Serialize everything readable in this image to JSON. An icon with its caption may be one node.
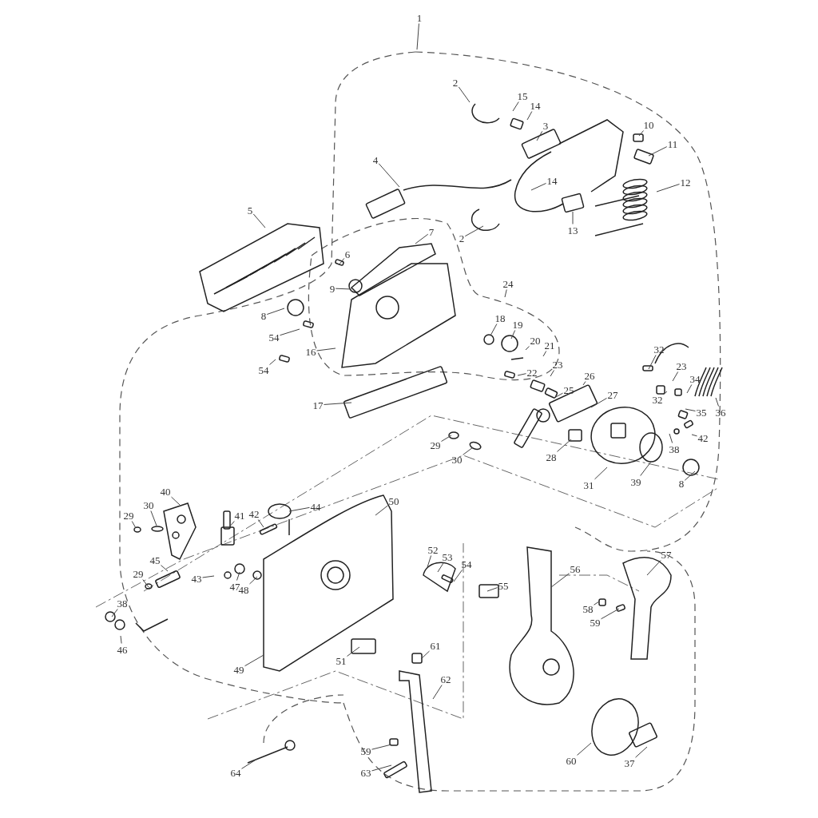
{
  "diagram": {
    "nodes": [
      {
        "text": [
          "1"
        ]
      },
      {
        "text": [
          "2"
        ]
      },
      {
        "text": [
          "15"
        ]
      },
      {
        "text": [
          "14"
        ]
      },
      {
        "text": [
          "3"
        ]
      },
      {
        "text": [
          "10"
        ]
      },
      {
        "text": [
          "11"
        ]
      },
      {
        "text": [
          "4"
        ]
      },
      {
        "text": [
          "14"
        ]
      },
      {
        "text": [
          "12"
        ]
      },
      {
        "text": [
          "2"
        ]
      },
      {
        "text": [
          "13"
        ]
      },
      {
        "text": [
          "5"
        ]
      },
      {
        "text": [
          "7"
        ]
      },
      {
        "text": [
          "6"
        ]
      },
      {
        "text": [
          "9"
        ]
      },
      {
        "text": [
          "8"
        ]
      },
      {
        "text": [
          "24"
        ]
      },
      {
        "text": [
          "54"
        ]
      },
      {
        "text": [
          "18"
        ]
      },
      {
        "text": [
          "19"
        ]
      },
      {
        "text": [
          "16"
        ]
      },
      {
        "text": [
          "20"
        ]
      },
      {
        "text": [
          "21"
        ]
      },
      {
        "text": [
          "54"
        ]
      },
      {
        "text": [
          "22"
        ]
      },
      {
        "text": [
          "23"
        ]
      },
      {
        "text": [
          "32"
        ]
      },
      {
        "text": [
          "23"
        ]
      },
      {
        "text": [
          "34"
        ]
      },
      {
        "text": [
          "25"
        ]
      },
      {
        "text": [
          "26"
        ]
      },
      {
        "text": [
          "36"
        ]
      },
      {
        "text": [
          "27"
        ]
      },
      {
        "text": [
          "32"
        ]
      },
      {
        "text": [
          "17"
        ]
      },
      {
        "text": [
          "35"
        ]
      },
      {
        "text": [
          "42"
        ]
      },
      {
        "text": [
          "29"
        ]
      },
      {
        "text": [
          "38"
        ]
      },
      {
        "text": [
          "28"
        ]
      },
      {
        "text": [
          "30"
        ]
      },
      {
        "text": [
          "31"
        ]
      },
      {
        "text": [
          "39"
        ]
      },
      {
        "text": [
          "8"
        ]
      },
      {
        "text": [
          "40"
        ]
      },
      {
        "text": [
          "44"
        ]
      },
      {
        "text": [
          "50"
        ]
      },
      {
        "text": [
          "29"
        ]
      },
      {
        "text": [
          "30"
        ]
      },
      {
        "text": [
          "41"
        ]
      },
      {
        "text": [
          "42"
        ]
      },
      {
        "text": [
          "45"
        ]
      },
      {
        "text": [
          "52"
        ]
      },
      {
        "text": [
          "53"
        ]
      },
      {
        "text": [
          "54"
        ]
      },
      {
        "text": [
          "55"
        ]
      },
      {
        "text": [
          "56"
        ]
      },
      {
        "text": [
          "57"
        ]
      },
      {
        "text": [
          "29"
        ]
      },
      {
        "text": [
          "43"
        ]
      },
      {
        "text": [
          "47"
        ]
      },
      {
        "text": [
          "48"
        ]
      },
      {
        "text": [
          "58"
        ]
      },
      {
        "text": [
          "59"
        ]
      },
      {
        "text": [
          "38"
        ]
      },
      {
        "text": [
          "46"
        ]
      },
      {
        "text": [
          "49"
        ]
      },
      {
        "text": [
          "51"
        ]
      },
      {
        "text": [
          "61"
        ]
      },
      {
        "text": [
          "62"
        ]
      },
      {
        "text": [
          "59"
        ]
      },
      {
        "text": [
          "63"
        ]
      },
      {
        "text": [
          "64"
        ]
      },
      {
        "text": [
          "60"
        ]
      },
      {
        "text": [
          "37"
        ]
      }
    ],
    "edges": [
      {
        "from": 0,
        "to": null,
        "arrow": "none"
      },
      {
        "from": 1,
        "to": null,
        "arrow": "none"
      },
      {
        "from": 2,
        "to": null,
        "arrow": "none"
      },
      {
        "from": 3,
        "to": null,
        "arrow": "none"
      },
      {
        "from": 4,
        "to": null,
        "arrow": "none"
      },
      {
        "from": 5,
        "to": null,
        "arrow": "none"
      },
      {
        "from": 6,
        "to": null,
        "arrow": "none"
      },
      {
        "from": 7,
        "to": null,
        "arrow": "none"
      },
      {
        "from": 8,
        "to": null,
        "arrow": "none"
      },
      {
        "from": 9,
        "to": null,
        "arrow": "none"
      },
      {
        "from": 10,
        "to": null,
        "arrow": "none"
      },
      {
        "from": 11,
        "to": null,
        "arrow": "none"
      },
      {
        "from": 12,
        "to": null,
        "arrow": "none"
      },
      {
        "from": 13,
        "to": null,
        "arrow": "none"
      },
      {
        "from": 14,
        "to": null,
        "arrow": "none"
      },
      {
        "from": 15,
        "to": null,
        "arrow": "none"
      },
      {
        "from": 16,
        "to": null,
        "arrow": "none"
      },
      {
        "from": 17,
        "to": null,
        "arrow": "none"
      },
      {
        "from": 18,
        "to": null,
        "arrow": "none"
      },
      {
        "from": 19,
        "to": null,
        "arrow": "none"
      },
      {
        "from": 20,
        "to": null,
        "arrow": "none"
      },
      {
        "from": 21,
        "to": null,
        "arrow": "none"
      },
      {
        "from": 22,
        "to": null,
        "arrow": "none"
      },
      {
        "from": 23,
        "to": null,
        "arrow": "none"
      },
      {
        "from": 24,
        "to": null,
        "arrow": "none"
      },
      {
        "from": 25,
        "to": null,
        "arrow": "none"
      },
      {
        "from": 26,
        "to": null,
        "arrow": "none"
      },
      {
        "from": 27,
        "to": null,
        "arrow": "none"
      },
      {
        "from": 28,
        "to": null,
        "arrow": "none"
      },
      {
        "from": 29,
        "to": null,
        "arrow": "none"
      },
      {
        "from": 30,
        "to": null,
        "arrow": "none"
      },
      {
        "from": 31,
        "to": null,
        "arrow": "none"
      },
      {
        "from": 32,
        "to": null,
        "arrow": "none"
      },
      {
        "from": 33,
        "to": null,
        "arrow": "none"
      },
      {
        "from": 34,
        "to": null,
        "arrow": "none"
      },
      {
        "from": 35,
        "to": null,
        "arrow": "none"
      },
      {
        "from": 36,
        "to": null,
        "arrow": "none"
      },
      {
        "from": 37,
        "to": null,
        "arrow": "none"
      },
      {
        "from": 38,
        "to": null,
        "arrow": "none"
      },
      {
        "from": 39,
        "to": null,
        "arrow": "none"
      },
      {
        "from": 40,
        "to": null,
        "arrow": "none"
      },
      {
        "from": 41,
        "to": null,
        "arrow": "none"
      },
      {
        "from": 42,
        "to": null,
        "arrow": "none"
      },
      {
        "from": 43,
        "to": null,
        "arrow": "none"
      },
      {
        "from": 44,
        "to": null,
        "arrow": "none"
      },
      {
        "from": 45,
        "to": null,
        "arrow": "none"
      },
      {
        "from": 46,
        "to": null,
        "arrow": "none"
      },
      {
        "from": 47,
        "to": null,
        "arrow": "none"
      },
      {
        "from": 48,
        "to": null,
        "arrow": "none"
      },
      {
        "from": 49,
        "to": null,
        "arrow": "none"
      },
      {
        "from": 50,
        "to": null,
        "arrow": "none"
      },
      {
        "from": 51,
        "to": null,
        "arrow": "none"
      },
      {
        "from": 52,
        "to": null,
        "arrow": "none"
      },
      {
        "from": 53,
        "to": null,
        "arrow": "none"
      },
      {
        "from": 54,
        "to": null,
        "arrow": "none"
      },
      {
        "from": 55,
        "to": null,
        "arrow": "none"
      },
      {
        "from": 56,
        "to": null,
        "arrow": "none"
      },
      {
        "from": 57,
        "to": null,
        "arrow": "none"
      },
      {
        "from": 58,
        "to": null,
        "arrow": "none"
      },
      {
        "from": 59,
        "to": null,
        "arrow": "none"
      },
      {
        "from": 60,
        "to": null,
        "arrow": "none"
      },
      {
        "from": 61,
        "to": null,
        "arrow": "none"
      },
      {
        "from": 62,
        "to": null,
        "arrow": "none"
      },
      {
        "from": 63,
        "to": null,
        "arrow": "none"
      },
      {
        "from": 64,
        "to": null,
        "arrow": "none"
      },
      {
        "from": 65,
        "to": null,
        "arrow": "none"
      },
      {
        "from": 66,
        "to": null,
        "arrow": "none"
      },
      {
        "from": 67,
        "to": null,
        "arrow": "none"
      },
      {
        "from": 68,
        "to": null,
        "arrow": "none"
      },
      {
        "from": 69,
        "to": null,
        "arrow": "none"
      },
      {
        "from": 70,
        "to": null,
        "arrow": "none"
      },
      {
        "from": 71,
        "to": null,
        "arrow": "none"
      },
      {
        "from": 72,
        "to": null,
        "arrow": "none"
      },
      {
        "from": 73,
        "to": null,
        "arrow": "none"
      },
      {
        "from": 74,
        "to": null,
        "arrow": "none"
      },
      {
        "from": 75,
        "to": null,
        "arrow": "none"
      }
    ]
  }
}
